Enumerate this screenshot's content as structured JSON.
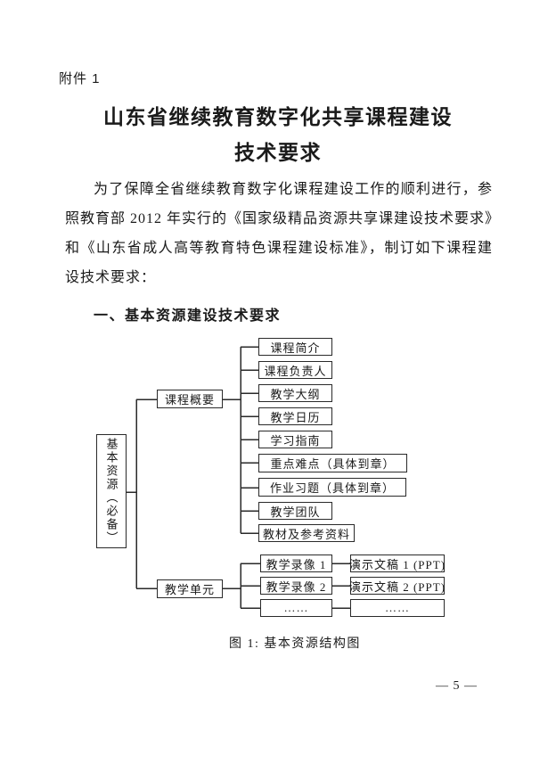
{
  "colors": {
    "text": "#1a1a1a",
    "line": "#2a2a2a",
    "background": "#ffffff"
  },
  "header": {
    "attachment_label": "附件 1",
    "title_line1": "山东省继续教育数字化共享课程建设",
    "title_line2": "技术要求"
  },
  "body": {
    "paragraph": "为了保障全省继续教育数字化课程建设工作的顺利进行，参照教育部 2012 年实行的《国家级精品资源共享课建设技术要求》和《山东省成人高等教育特色课程建设标准》，制订如下课程建设技术要求：",
    "section_heading": "一、基本资源建设技术要求"
  },
  "diagram": {
    "root_label": "基本资源（必备）",
    "branch1": {
      "label": "课程概要",
      "children": [
        "课程简介",
        "课程负责人",
        "教学大纲",
        "教学日历",
        "学习指南",
        "重点难点（具体到章）",
        "作业习题（具体到章）",
        "教学团队",
        "教材及参考资料"
      ]
    },
    "branch2": {
      "label": "教学单元",
      "rows": [
        {
          "video": "教学录像 1",
          "ppt": "演示文稿 1 (PPT)"
        },
        {
          "video": "教学录像 2",
          "ppt": "演示文稿 2 (PPT)"
        },
        {
          "video": "……",
          "ppt": "……"
        }
      ]
    }
  },
  "figure": {
    "caption": "图 1: 基本资源结构图"
  },
  "footer": {
    "page_number": "— 5 —"
  }
}
